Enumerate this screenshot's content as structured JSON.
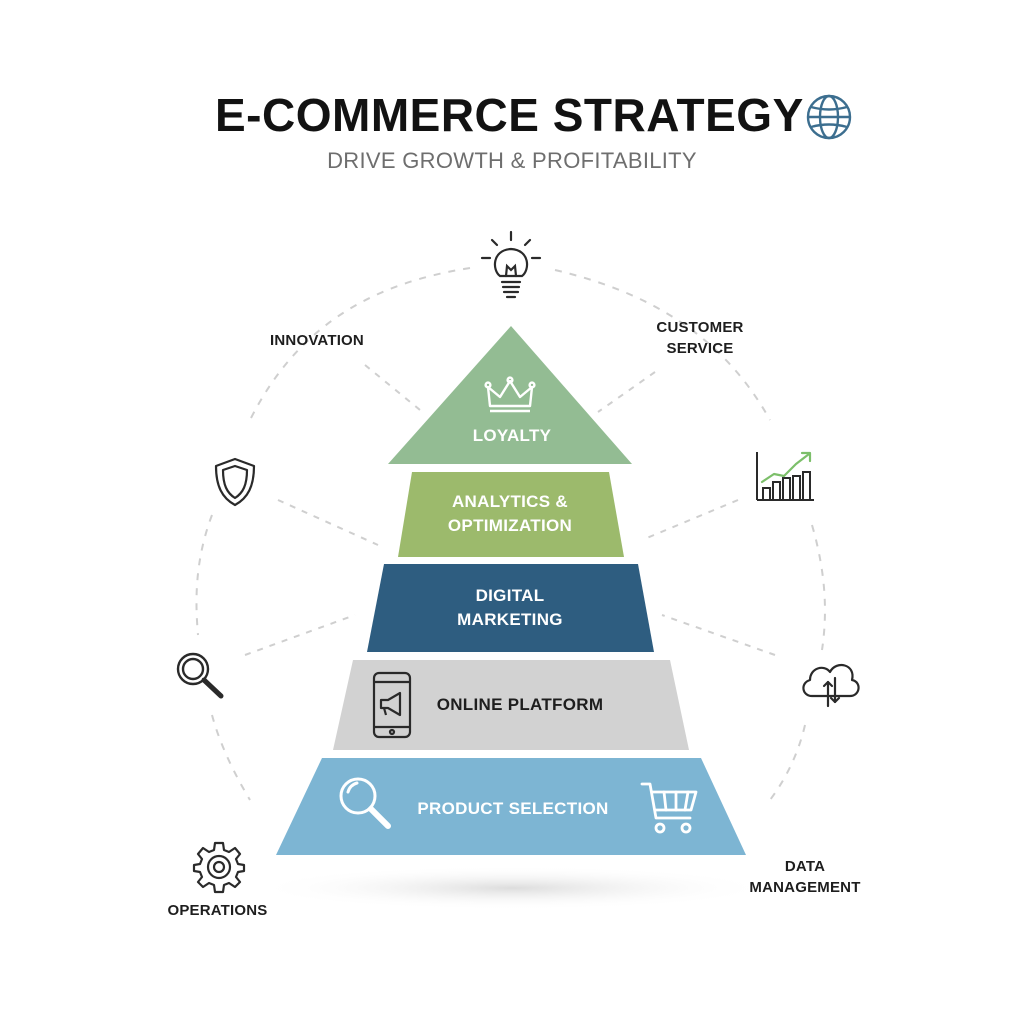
{
  "header": {
    "title": "E-COMMERCE STRATEGY",
    "subtitle": "DRIVE GROWTH & PROFITABILITY"
  },
  "pyramid": {
    "tiers": [
      {
        "label_line1": "LOYALTY",
        "label_line2": "",
        "color": "#93bc93",
        "icon": "crown-icon"
      },
      {
        "label_line1": "ANALYTICS &",
        "label_line2": "OPTIMIZATION",
        "color": "#9cba6c"
      },
      {
        "label_line1": "DIGITAL",
        "label_line2": "MARKETING",
        "color": "#2e5d80"
      },
      {
        "label_line1": "ONLINE PLATFORM",
        "label_line2": "",
        "color": "#d2d2d2",
        "icon": "smartphone-megaphone-icon"
      },
      {
        "label_line1": "PRODUCT SELECTION",
        "label_line2": "",
        "color": "#7db5d3",
        "icons": [
          "magnifier-icon",
          "shopping-cart-icon"
        ]
      }
    ]
  },
  "outer_labels": {
    "innovation": "INNOVATION",
    "customer_service_line1": "CUSTOMER",
    "customer_service_line2": "SERVICE",
    "data_management_line1": "DATA",
    "data_management_line2": "MANAGEMENT",
    "operations": "OPERATIONS"
  },
  "outer_icons": [
    "lightbulb-icon",
    "shield-icon",
    "bar-chart-icon",
    "search-icon",
    "cloud-sync-icon",
    "gear-icon",
    "globe-icon"
  ],
  "colors": {
    "title": "#121212",
    "subtitle": "#6e6e6e",
    "icon_stroke": "#2a2a2a",
    "globe": "#3c6e8f",
    "chart_trend": "#7cbf6a",
    "connector": "#cfcfcf"
  }
}
